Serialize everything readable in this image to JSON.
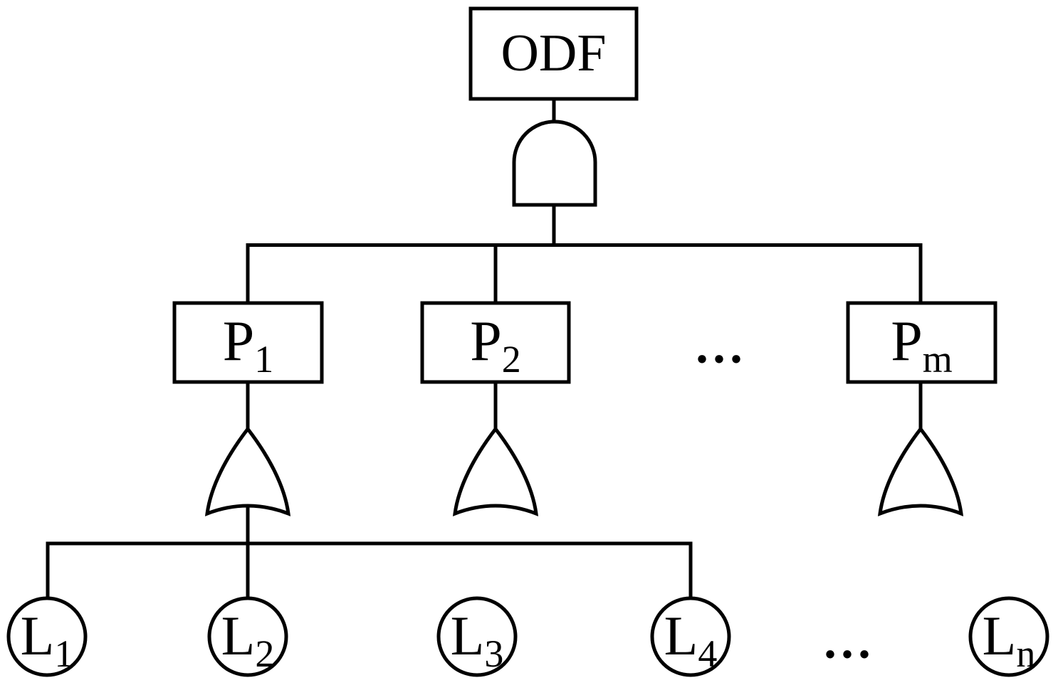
{
  "diagram": {
    "root": {
      "label": "ODF"
    },
    "gates": {
      "root_gate_icon": "and-gate",
      "p1_gate_icon": "or-gate",
      "p2_gate_icon": "or-gate",
      "pm_gate_icon": "or-gate"
    },
    "p_nodes": [
      {
        "base": "P",
        "sub": "1"
      },
      {
        "base": "P",
        "sub": "2"
      },
      {
        "base": "P",
        "sub": "m"
      }
    ],
    "branch_ellipsis": "...",
    "l_nodes": [
      {
        "base": "L",
        "sub": "1"
      },
      {
        "base": "L",
        "sub": "2"
      },
      {
        "base": "L",
        "sub": "3"
      },
      {
        "base": "L",
        "sub": "4"
      },
      {
        "base": "L",
        "sub": "n"
      }
    ],
    "leaf_ellipsis": "...",
    "colors": {
      "ink": "#000000",
      "background": "#ffffff"
    }
  }
}
